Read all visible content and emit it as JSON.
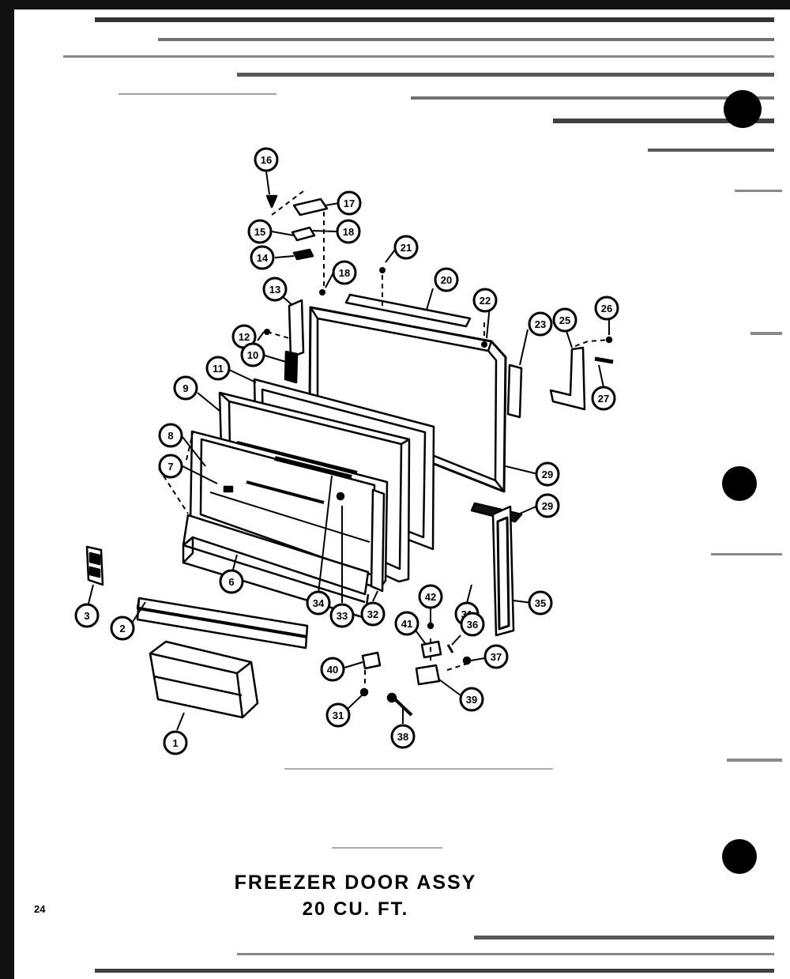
{
  "diagram": {
    "title": "FREEZER DOOR ASSY",
    "subtitle": "20 CU. FT.",
    "page_number": "24"
  },
  "callouts": [
    {
      "id": "c16",
      "label": "16"
    },
    {
      "id": "c17",
      "label": "17"
    },
    {
      "id": "c15",
      "label": "15"
    },
    {
      "id": "c18a",
      "label": "18"
    },
    {
      "id": "c14",
      "label": "14"
    },
    {
      "id": "c21",
      "label": "21"
    },
    {
      "id": "c18b",
      "label": "18"
    },
    {
      "id": "c20",
      "label": "20"
    },
    {
      "id": "c13",
      "label": "13"
    },
    {
      "id": "c22",
      "label": "22"
    },
    {
      "id": "c12",
      "label": "12"
    },
    {
      "id": "c26",
      "label": "26"
    },
    {
      "id": "c25",
      "label": "25"
    },
    {
      "id": "c23",
      "label": "23"
    },
    {
      "id": "c10",
      "label": "10"
    },
    {
      "id": "c11",
      "label": "11"
    },
    {
      "id": "c27",
      "label": "27"
    },
    {
      "id": "c9",
      "label": "9"
    },
    {
      "id": "c8",
      "label": "8"
    },
    {
      "id": "c7",
      "label": "7"
    },
    {
      "id": "c29a",
      "label": "29"
    },
    {
      "id": "c29b",
      "label": "29"
    },
    {
      "id": "c6",
      "label": "6"
    },
    {
      "id": "c34",
      "label": "34"
    },
    {
      "id": "c33",
      "label": "33"
    },
    {
      "id": "c32",
      "label": "32"
    },
    {
      "id": "c31a",
      "label": "31"
    },
    {
      "id": "c35",
      "label": "35"
    },
    {
      "id": "c3",
      "label": "3"
    },
    {
      "id": "c2",
      "label": "2"
    },
    {
      "id": "c42",
      "label": "42"
    },
    {
      "id": "c41",
      "label": "41"
    },
    {
      "id": "c36",
      "label": "36"
    },
    {
      "id": "c37",
      "label": "37"
    },
    {
      "id": "c40",
      "label": "40"
    },
    {
      "id": "c39",
      "label": "39"
    },
    {
      "id": "c31b",
      "label": "31"
    },
    {
      "id": "c38",
      "label": "38"
    },
    {
      "id": "c1",
      "label": "1"
    }
  ]
}
